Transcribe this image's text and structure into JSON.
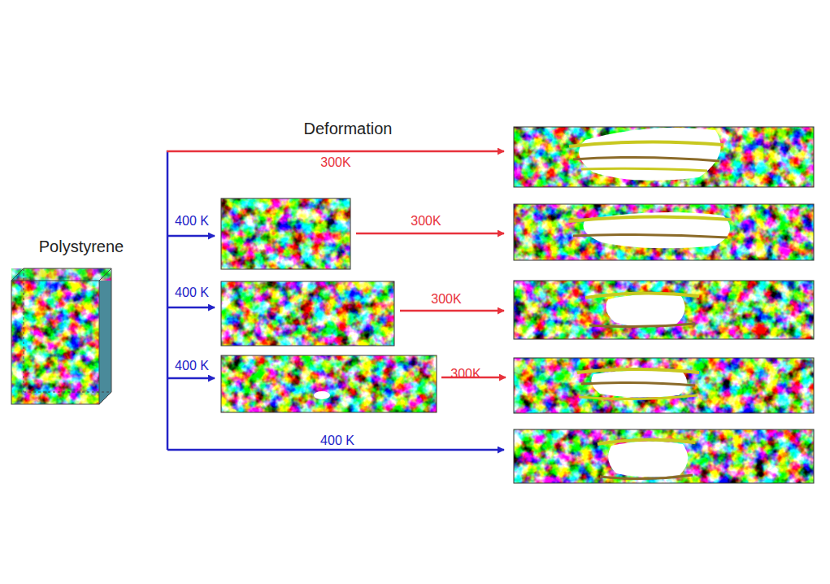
{
  "diagram": {
    "labels": [
      "Deformation",
      "300K",
      "400 K",
      "300K",
      "Polystyrene",
      "400 K",
      "300K",
      "400 K",
      "300K",
      "400 K"
    ]
  }
}
